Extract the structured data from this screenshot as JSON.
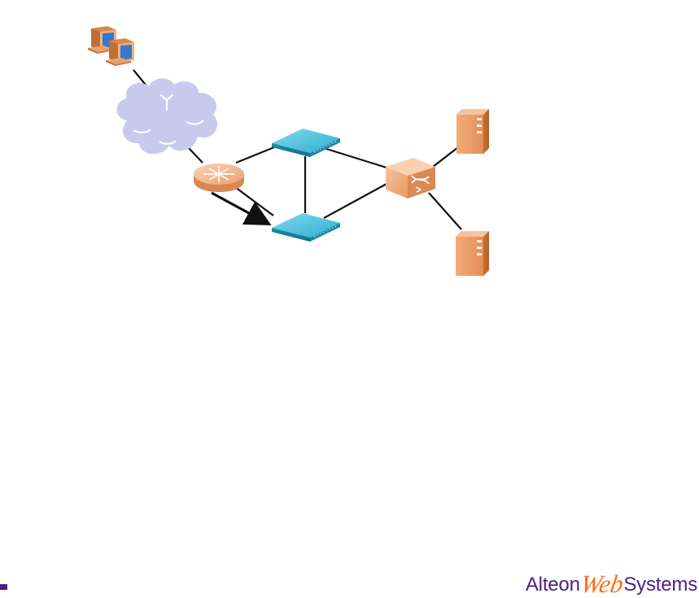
{
  "diagram": {
    "nodes": [
      "client-workstation-1",
      "client-workstation-2",
      "internet-cloud",
      "edge-router",
      "web-switch-primary",
      "web-switch-backup",
      "layer2-switch",
      "server-1",
      "server-2"
    ],
    "links": [
      [
        "client-workstations",
        "internet-cloud"
      ],
      [
        "internet-cloud",
        "edge-router"
      ],
      [
        "edge-router",
        "web-switch-primary"
      ],
      [
        "edge-router",
        "web-switch-backup"
      ],
      [
        "web-switch-primary",
        "web-switch-backup"
      ],
      [
        "web-switch-primary",
        "layer2-switch"
      ],
      [
        "web-switch-backup",
        "layer2-switch"
      ],
      [
        "layer2-switch",
        "server-1"
      ],
      [
        "layer2-switch",
        "server-2"
      ]
    ],
    "failover_arrow": [
      "edge-router",
      "web-switch-backup"
    ]
  },
  "colors": {
    "cloud": "#c9c9ee",
    "router": "#efae82",
    "switch": "#2ca8c5",
    "server": "#ea9b64",
    "workstation": "#f0aa6d",
    "monitor_screen": "#3478cc",
    "link": "#111111",
    "brand": "#4d1f86",
    "brand_accent": "#ff6d12"
  },
  "icons": [
    "workstation-icon",
    "cloud-icon",
    "router-icon",
    "switch-icon",
    "server-icon"
  ],
  "footer": {
    "brand_left": "Alteon",
    "brand_script": "Web",
    "brand_right": "Systems"
  }
}
